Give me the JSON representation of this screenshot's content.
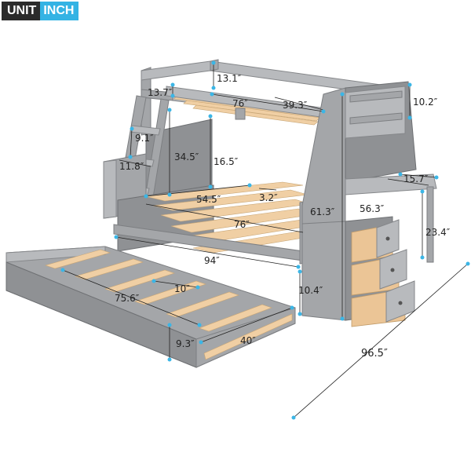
{
  "badge": {
    "unit": "UNIT",
    "inch": "INCH"
  },
  "colors": {
    "frame_gray": "#a4a6a9",
    "slat_wood": "#f0cfa4",
    "accent_blue": "#3bb6e6",
    "badge_dark": "#2b2b2b",
    "badge_blue": "#34b3e4"
  },
  "dimensions": {
    "guardrail_height": "13.1″",
    "ladder_top": "13.7″",
    "top_length": "76″",
    "top_width": "39.3″",
    "shelf_height": "10.2″",
    "ladder_step": "9.1″",
    "upper_clearance": "34.5″",
    "top_bunk_gap": "16.5″",
    "ladder_width": "11.8″",
    "desk_depth": "15.7″",
    "bottom_width": "54.5″",
    "slat_gap": "3.2″",
    "bottom_length": "76″",
    "overall_height": "61.3″",
    "desk_width": "56.3″",
    "desk_height": "23.4″",
    "overall_length": "94″",
    "trundle_slat_gap": "10″",
    "trundle_height_clear": "10.4″",
    "trundle_length": "75.6″",
    "trundle_side": "9.3″",
    "trundle_width": "40″",
    "overall_depth": "96.5″"
  }
}
